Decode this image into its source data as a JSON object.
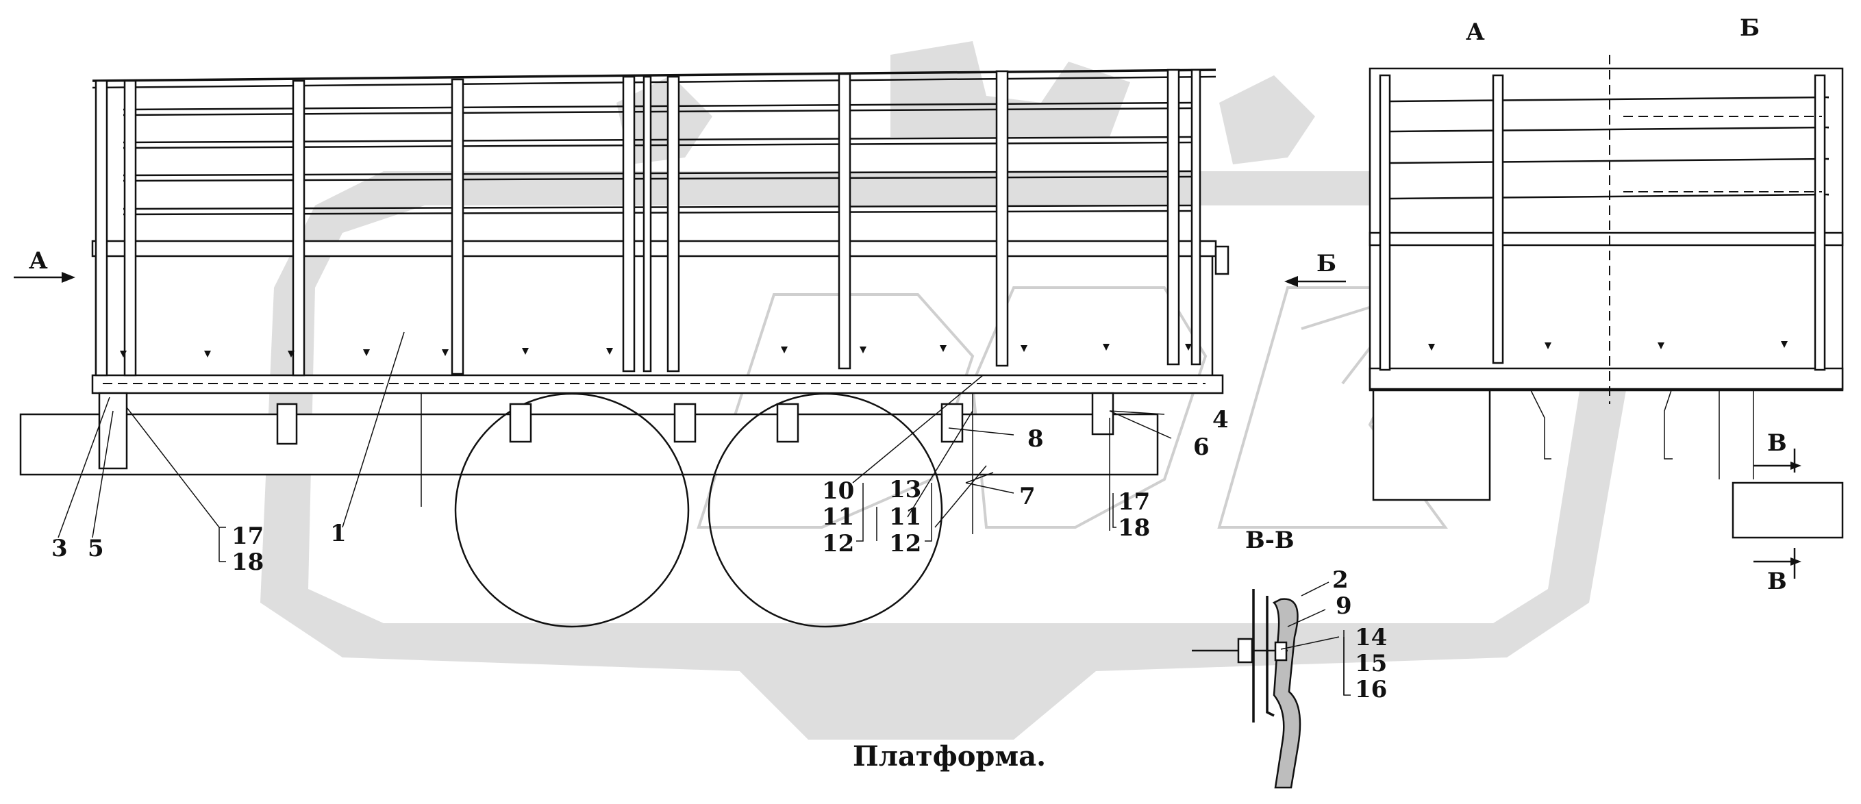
{
  "title": "Платформа.",
  "view_labels": {
    "view_a_arrow": "А",
    "view_b_arrow": "Б",
    "view_a_header": "А",
    "view_b_header": "Б",
    "section_mark_top": "В",
    "section_mark_bottom": "В",
    "section_title": "В-В"
  },
  "callouts": {
    "c1": "1",
    "c2": "2",
    "c3": "3",
    "c4": "4",
    "c5": "5",
    "c6": "6",
    "c7": "7",
    "c8": "8",
    "c9": "9",
    "c10": "10",
    "c11a": "11",
    "c12a": "12",
    "c11b": "11",
    "c12b": "12",
    "c13": "13",
    "c14": "14",
    "c15": "15",
    "c16": "16",
    "c17a": "17",
    "c18a": "18",
    "c17b": "17",
    "c18b": "18"
  },
  "colors": {
    "ink": "#111111",
    "watermark": "#dedede"
  }
}
